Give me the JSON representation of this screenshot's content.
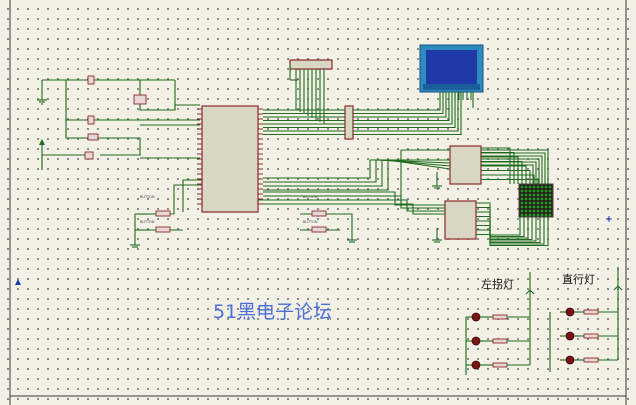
{
  "labels": {
    "left_turn": "左拐灯",
    "straight": "直行灯",
    "watermark": "51黑电子论坛"
  },
  "colors": {
    "canvas": "#f3f1e6",
    "wire": "#1f6b1f",
    "component_outline": "#8b2a2a",
    "ic_fill": "#d9d6c3",
    "lcd_screen": "#1f3aa8",
    "lcd_frame": "#2c8cc0",
    "matrix_led": "#1a9a1a",
    "led": "#7a1414",
    "watermark": "#4a6fd8"
  },
  "icons": {
    "ground": "ground-symbol-icon",
    "power": "power-arrow-icon",
    "led": "led-icon"
  }
}
